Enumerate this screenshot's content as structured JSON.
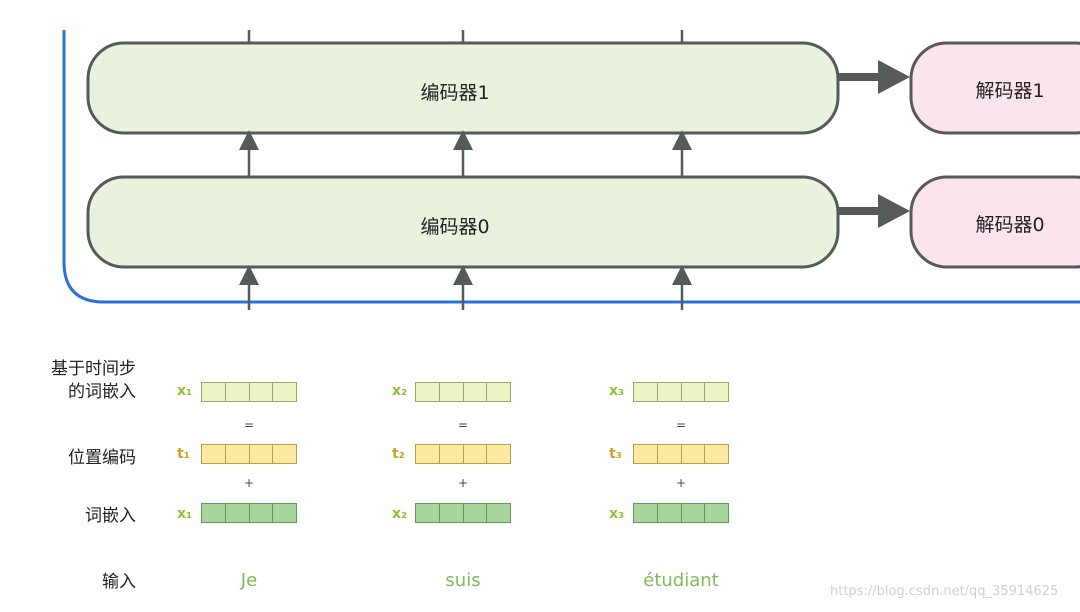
{
  "encoders": [
    {
      "label": "编码器1"
    },
    {
      "label": "编码器0"
    }
  ],
  "decoders": [
    {
      "label": "解码器1"
    },
    {
      "label": "解码器0"
    }
  ],
  "row_labels": {
    "time_embed_line1": "基于时间步",
    "time_embed_line2": "的词嵌入",
    "position": "位置编码",
    "word_embed": "词嵌入",
    "input": "输入"
  },
  "columns": [
    {
      "x_label": "x₁",
      "t_label": "t₁",
      "word": "Je"
    },
    {
      "x_label": "x₂",
      "t_label": "t₂",
      "word": "suis"
    },
    {
      "x_label": "x₃",
      "t_label": "t₃",
      "word": "étudiant"
    }
  ],
  "operators": {
    "equals": "=",
    "plus": "+"
  },
  "watermark": "https://blog.csdn.net/qq_35914625",
  "colors": {
    "encoder_fill": "#e8f2df",
    "decoder_fill": "#fbe4ee",
    "box_stroke": "#555a5a",
    "frame_blue": "#2a6fdc",
    "embed_light": "#eef5c4",
    "pos_yellow": "#fde9a0",
    "word_green": "#a6d49a"
  }
}
